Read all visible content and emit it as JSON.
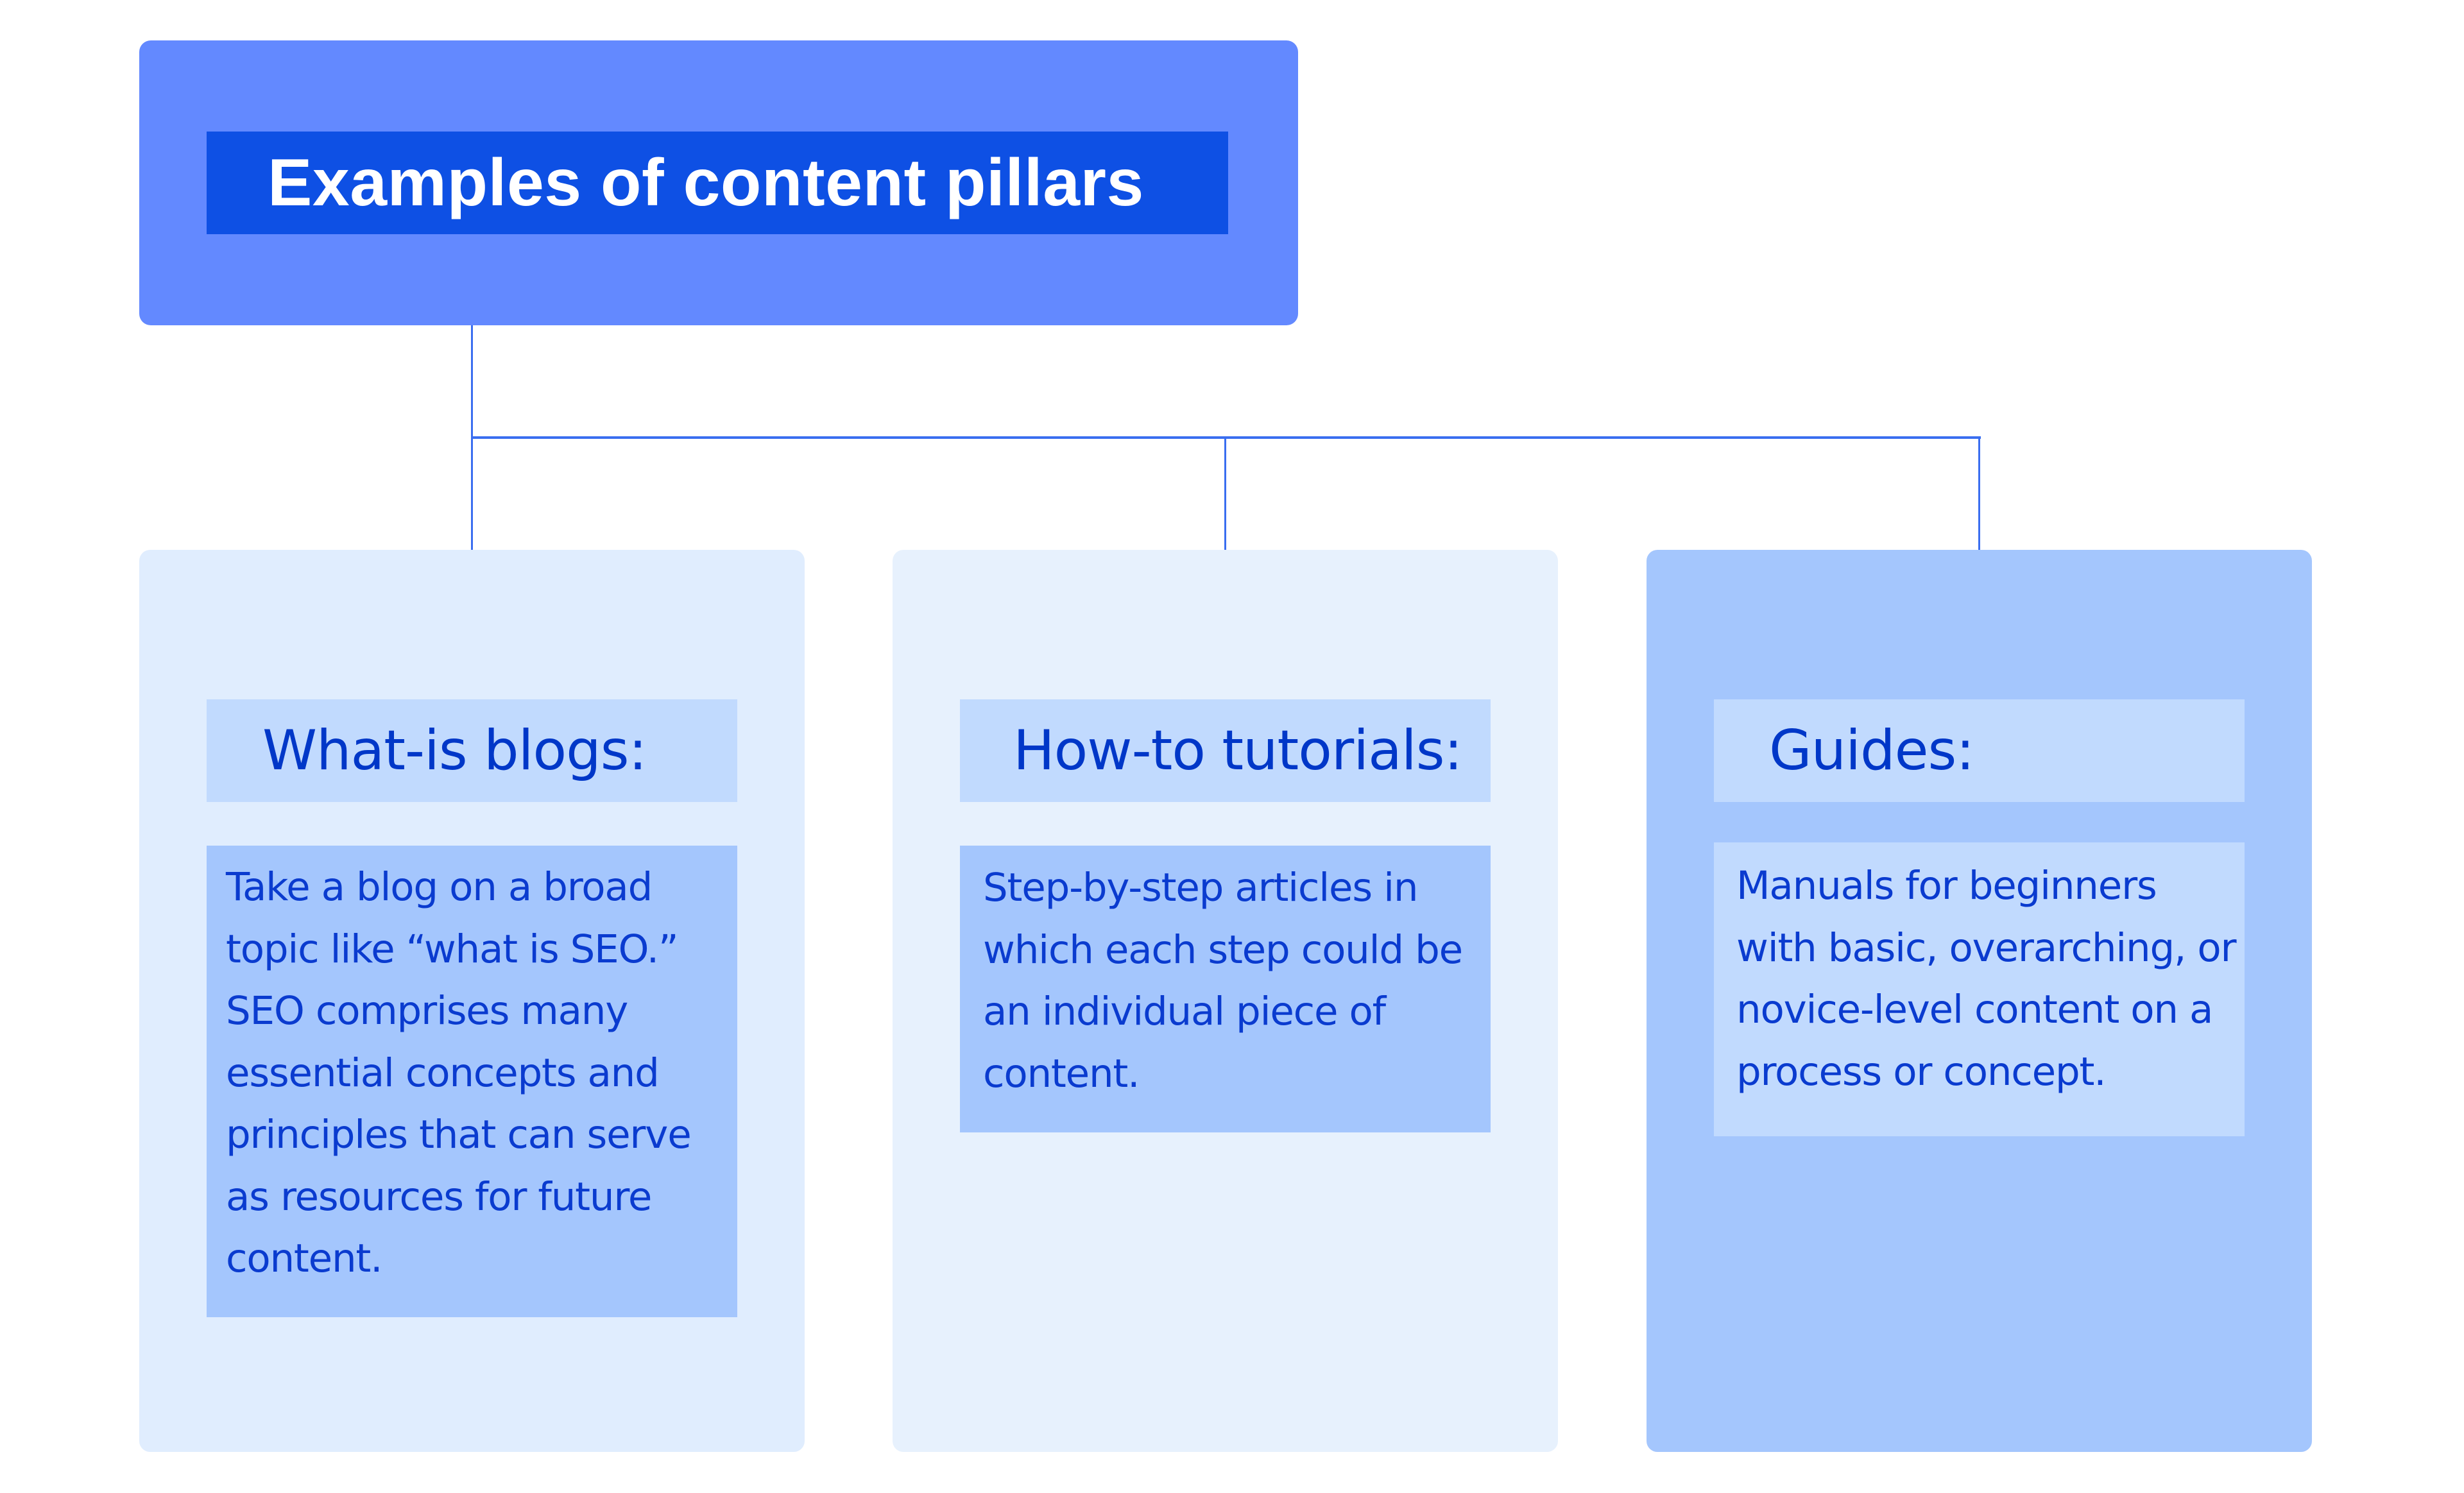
{
  "title": "Examples of content pillars",
  "colors": {
    "title_outer": "#6389ff",
    "title_inner": "#0e50e4",
    "connector": "#3a6ef0",
    "card_1_bg": "#e0edfe",
    "card_2_bg": "#e7f1fd",
    "card_3_bg": "#a4c6fd",
    "header_box": "#c1dafe",
    "body_box": "#a4c6fd",
    "text": "#0a3bcf"
  },
  "pillars": [
    {
      "heading": "What-is blogs:",
      "description": "Take a blog on a broad topic like “what is SEO.” SEO comprises many essential concepts and principles that can serve as resources for future content.",
      "lines": [
        "Take a blog on a broad",
        "topic like “what is SEO.”",
        "SEO comprises many",
        "essential concepts and",
        "principles that can serve",
        "as resources for future",
        "content."
      ]
    },
    {
      "heading": "How-to tutorials:",
      "description": "Step-by-step articles in which each step could be an individual piece of content.",
      "lines": [
        "Step-by-step articles in",
        "which each step could be",
        "an individual piece of",
        "content."
      ]
    },
    {
      "heading": "Guides:",
      "description": "Manuals for beginners with basic, overarching, or novice-level content on a process or concept.",
      "lines": [
        "Manuals for beginners",
        "with basic, overarching, or",
        "novice-level content on a",
        "process or concept."
      ]
    }
  ]
}
